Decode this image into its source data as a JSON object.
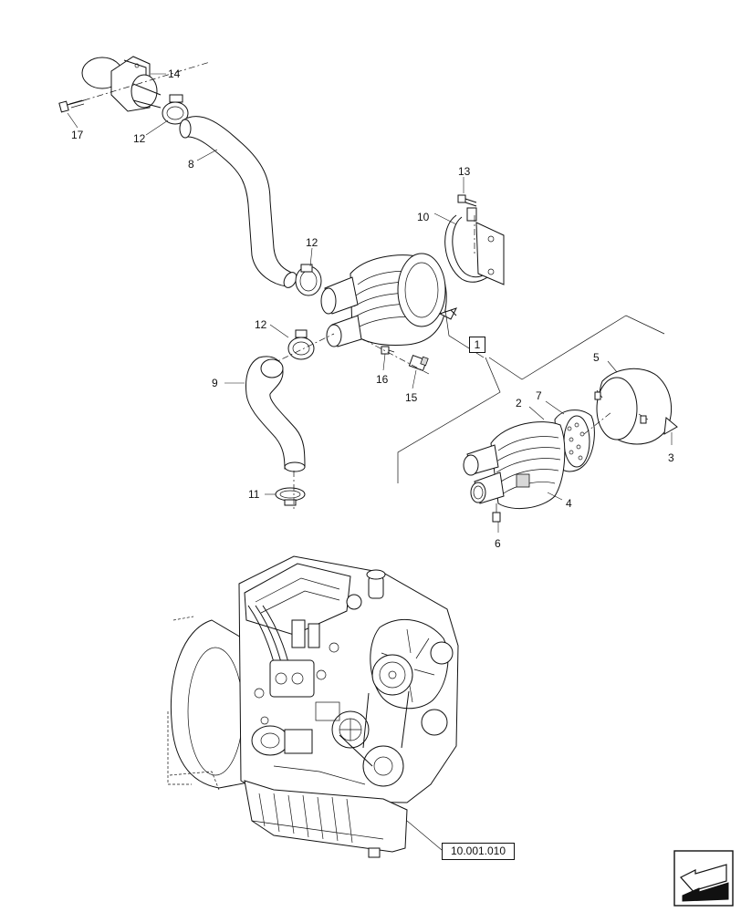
{
  "callouts": {
    "c1": "1",
    "c2": "2",
    "c3": "3",
    "c4": "4",
    "c5": "5",
    "c6": "6",
    "c7": "7",
    "c8": "8",
    "c9": "9",
    "c10": "10",
    "c11": "11",
    "c12a": "12",
    "c12b": "12",
    "c12c": "12",
    "c13": "13",
    "c14": "14",
    "c15": "15",
    "c16": "16",
    "c17": "17"
  },
  "reference": "10.001.010",
  "icons": {
    "navigation": "back-arrow-icon"
  }
}
